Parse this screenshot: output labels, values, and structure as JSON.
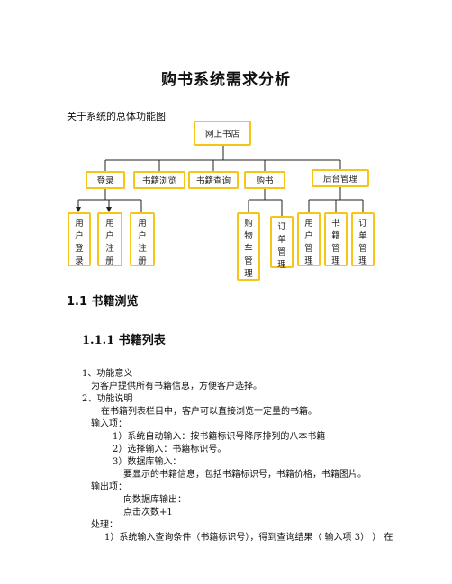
{
  "title": "购书系统需求分析",
  "intro": "关于系统的总体功能图",
  "diagram": {
    "root": "网上书店",
    "level1": [
      "登录",
      "书籍浏览",
      "书籍查询",
      "购书",
      "后台管理"
    ],
    "leaves": [
      [
        "用",
        "户",
        "登",
        "录"
      ],
      [
        "用",
        "户",
        "注",
        "册"
      ],
      [
        "用",
        "户",
        "注",
        "册"
      ],
      [
        "购",
        "物",
        "车",
        "管",
        "理"
      ],
      [
        "订",
        "单",
        "管",
        "理"
      ],
      [
        "用",
        "户",
        "管",
        "理"
      ],
      [
        "书",
        "籍",
        "管",
        "理"
      ],
      [
        "订",
        "单",
        "管",
        "理"
      ]
    ]
  },
  "section1": "1.1 书籍浏览",
  "section2": "1.1.1 书籍列表",
  "lines": [
    "1、功能意义",
    "为客户提供所有书籍信息，方便客户选择。",
    "2、功能说明",
    "在书籍列表栏目中，客户可以直接浏览一定量的书籍。",
    "输入项：",
    "1）系统自动输入：按书籍标识号降序排列的八本书籍",
    "2）选择输入：书籍标识号。",
    "3）数据库输入：",
    "要显示的书籍信息，包括书籍标识号，书籍价格，书籍图片。",
    "输出项：",
    "向数据库输出：",
    "点击次数+1",
    "处理：",
    "1）系统输入查询条件（书籍标识号），得到查询结果（ 输入项 3） ） 在"
  ]
}
